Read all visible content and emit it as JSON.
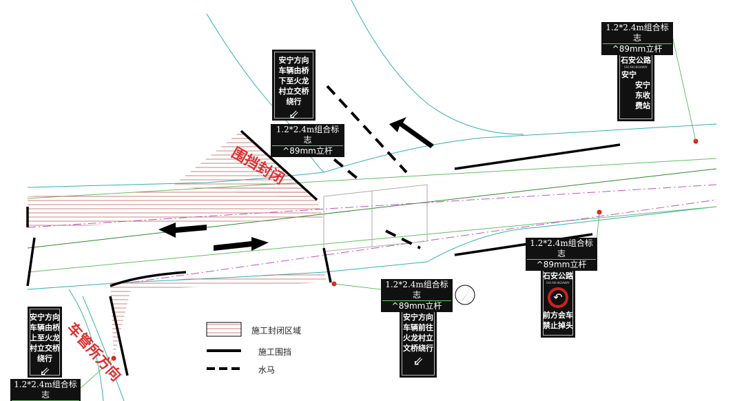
{
  "signs": [
    {
      "lines": [
        "安宁方向",
        "车辆由桥",
        "下至火龙",
        "村立交桥",
        "绕行"
      ],
      "arrow": "⇙"
    },
    {
      "title": "石安公路",
      "subtitle": "SHI AN HIGHWAY",
      "lines": [
        "安宁",
        "安宁",
        "东收",
        "费站"
      ]
    },
    {
      "title": "石安公路",
      "subtitle": "SHI AN HIGHWAY",
      "lines": [
        "前方会车",
        "禁止掉头"
      ]
    },
    {
      "lines": [
        "安宁方向",
        "车辆前往",
        "火龙村立",
        "文桥绕行"
      ],
      "arrow": "⇙"
    },
    {
      "lines": [
        "安宁方向",
        "车辆由桥",
        "上至火龙",
        "村立交桥",
        "绕行"
      ],
      "arrow": "⇙"
    }
  ],
  "sign_label": {
    "line1": "1.2*2.4m组合标志",
    "line2": "^89mm立杆"
  },
  "annotations": {
    "enclosure_closed": "围挡封闭",
    "vehicle_office_direction": "车管所方向"
  },
  "legend": [
    {
      "symbol": "hatched-box",
      "label": "施工封闭区域"
    },
    {
      "symbol": "solid-line",
      "label": "施工围挡"
    },
    {
      "symbol": "dashed-line",
      "label": "水马"
    }
  ],
  "colors": {
    "road_edge": "#30b0b0",
    "lane_line": "#2a8a2a",
    "center_line": "#c050c0",
    "hatch": "#c06060",
    "barrier": "#000000",
    "annotation_red": "#e03030"
  }
}
